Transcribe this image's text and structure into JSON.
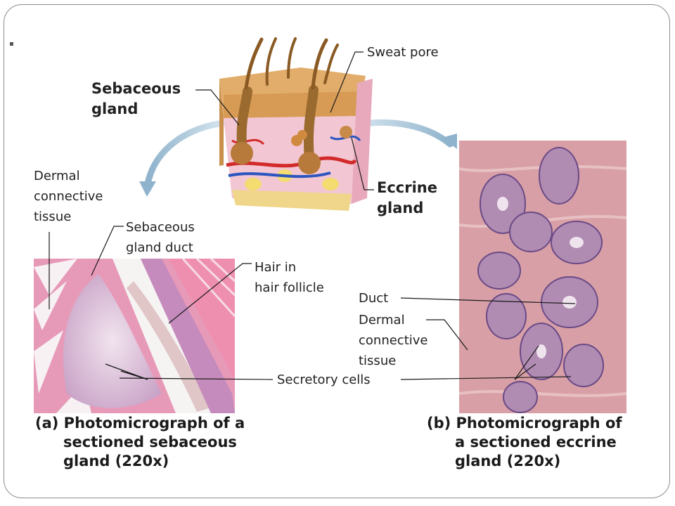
{
  "labels": {
    "sweat_pore": "Sweat pore",
    "sebaceous_gland": [
      "Sebaceous",
      "gland"
    ],
    "eccrine_gland": [
      "Eccrine",
      "gland"
    ],
    "dermal_ct_a": [
      "Dermal",
      "connective",
      "tissue"
    ],
    "sebaceous_duct": [
      "Sebaceous",
      "gland duct"
    ],
    "hair_follicle": [
      "Hair in",
      "hair follicle"
    ],
    "duct": "Duct",
    "dermal_ct_b": [
      "Dermal",
      "connective",
      "tissue"
    ],
    "secretory_cells": "Secretory cells"
  },
  "captions": {
    "a": [
      "(a) Photomicrograph of a",
      "sectioned sebaceous",
      "gland (220x)"
    ],
    "b": [
      "(b) Photomicrograph of",
      "a sectioned eccrine",
      "gland (220x)"
    ]
  },
  "colors": {
    "arrow": "#9fbfd4",
    "tissue_pink": "#e79ab8",
    "eccrine_bg": "#d8a0a6",
    "skin_tan": "#d9a05b"
  }
}
